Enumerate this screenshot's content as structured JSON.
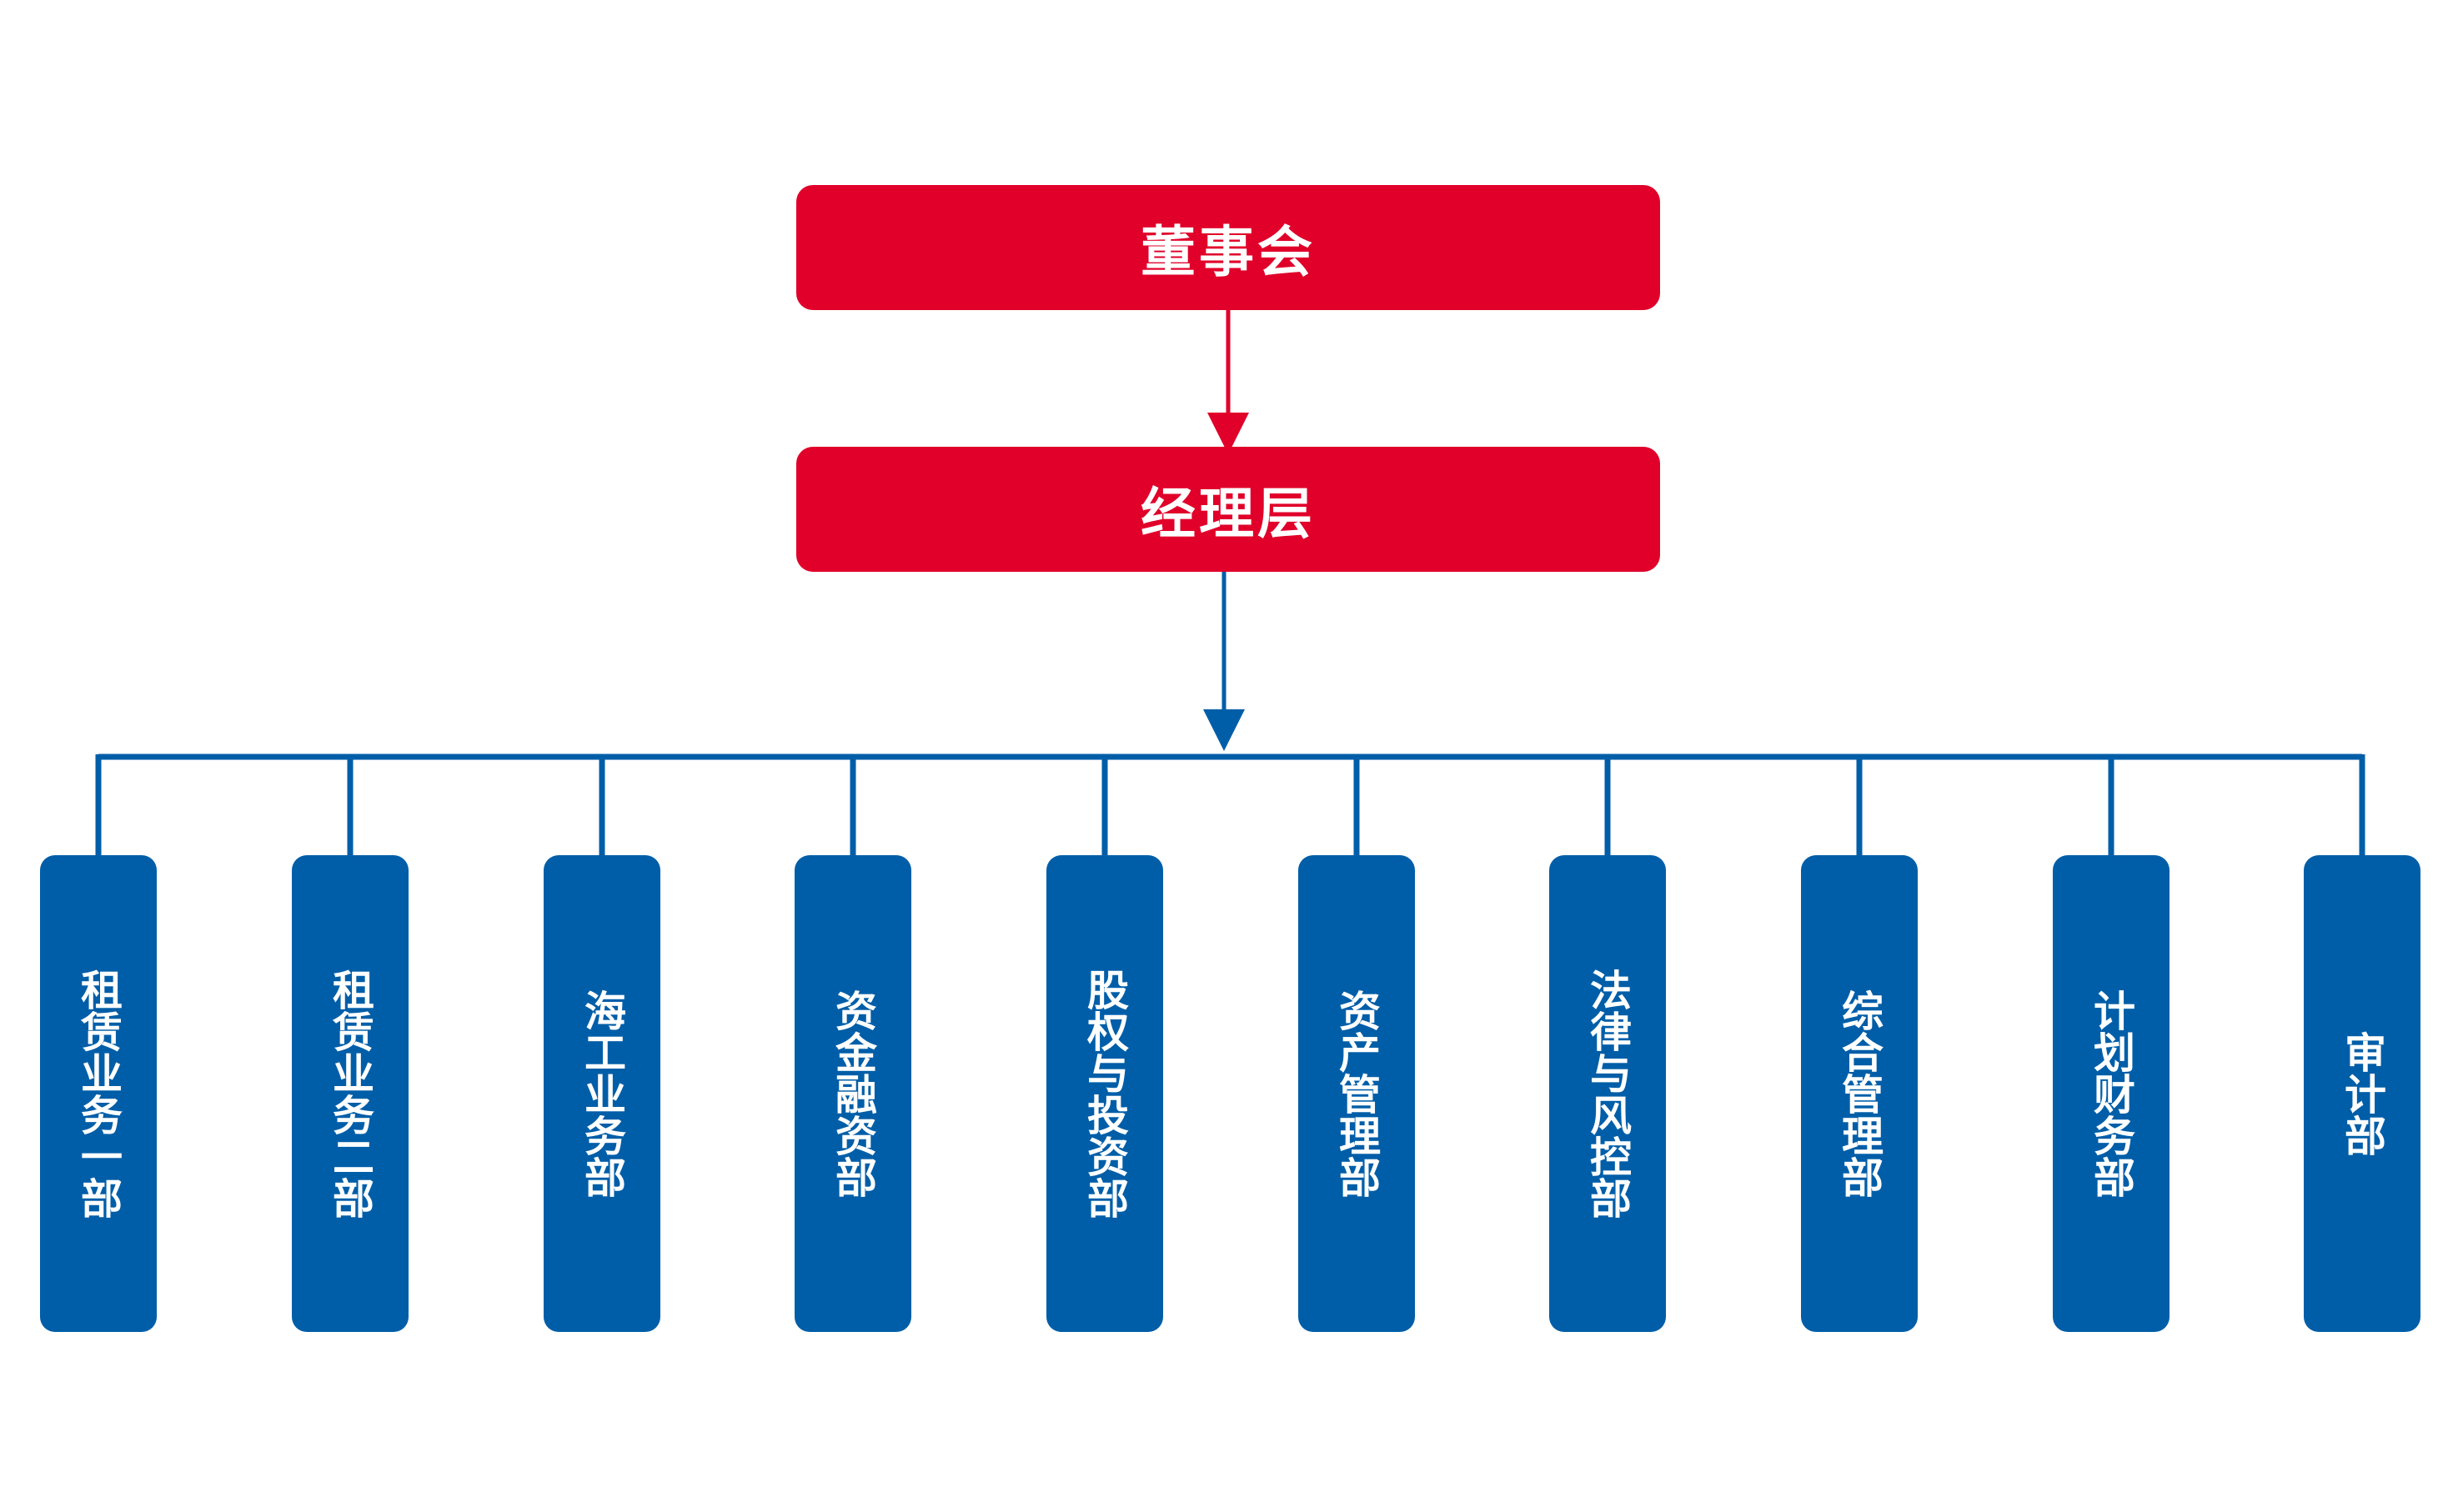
{
  "board": {
    "label": "董事会"
  },
  "management": {
    "label": "经理层"
  },
  "departments": [
    {
      "label": "租赁业务一部"
    },
    {
      "label": "租赁业务二部"
    },
    {
      "label": "海工业务部"
    },
    {
      "label": "资金融资部"
    },
    {
      "label": "股权与投资部"
    },
    {
      "label": "资产管理部"
    },
    {
      "label": "法律与风控部"
    },
    {
      "label": "综合管理部"
    },
    {
      "label": "计划财务部"
    },
    {
      "label": "审计部"
    }
  ],
  "colors": {
    "executive": "#e0002a",
    "department": "#005ea8",
    "background": "#ffffff"
  }
}
